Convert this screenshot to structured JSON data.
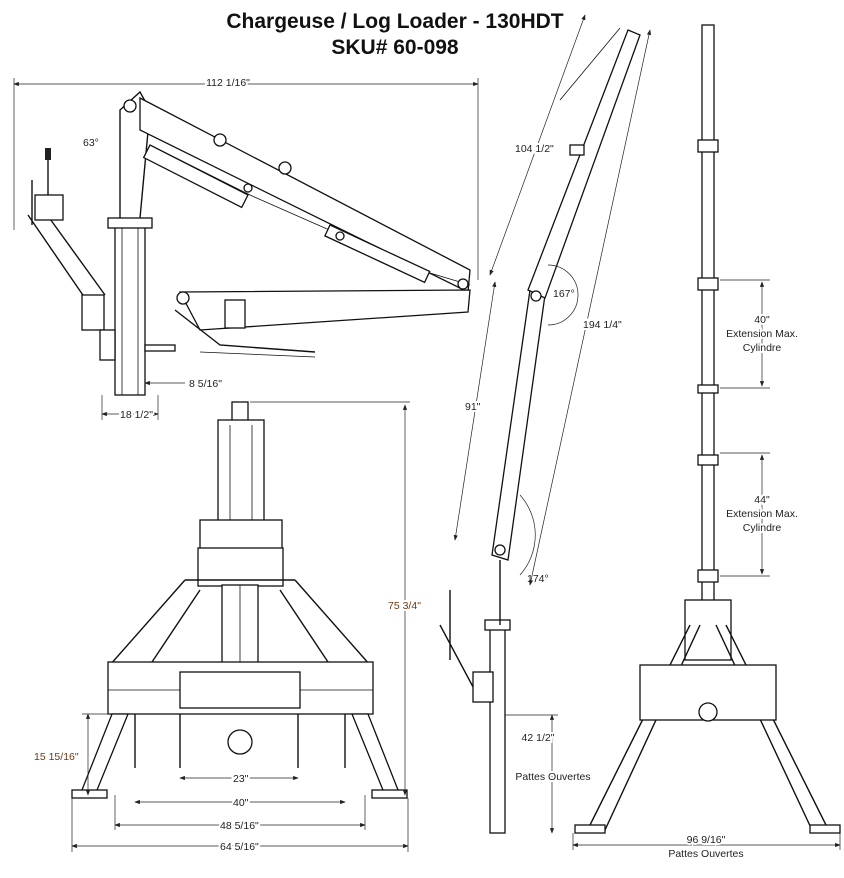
{
  "title": {
    "line1": "Chargeuse / Log Loader - 130HDT",
    "line2": "SKU# 60-098"
  },
  "side_view": {
    "overall_length": "112 1/16\"",
    "boom_angle": "63°",
    "base_offset": "8 5/16\"",
    "base_width": "18 1/2\""
  },
  "front_view": {
    "height": "75 3/4\"",
    "leg_height": "15 15/16\"",
    "width_inner": "23\"",
    "width_40": "40\"",
    "width_48": "48 5/16\"",
    "width_overall": "64 5/16\""
  },
  "extended_view": {
    "upper_boom": "104 1/2\"",
    "upper_angle": "167°",
    "total_reach": "194 1/4\"",
    "lower_boom": "91\"",
    "lower_angle": "174°",
    "legs_height": "42 1/2\"",
    "legs_label": "Pattes Ouvertes"
  },
  "rear_view": {
    "cyl1_value": "40\"",
    "cyl2_value": "44\"",
    "cyl_label1": "Extension Max.",
    "cyl_label2": "Cylindre",
    "legs_width": "96 9/16\"",
    "legs_label": "Pattes Ouvertes"
  }
}
